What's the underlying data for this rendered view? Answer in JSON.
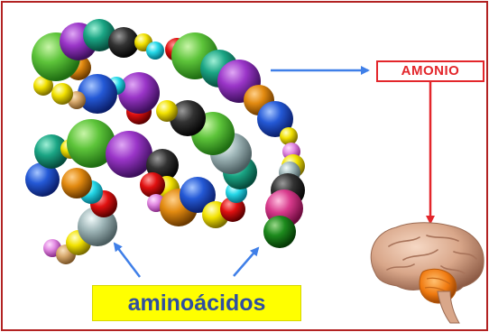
{
  "labels": {
    "amonio": "AMONIO",
    "aminoacidos": "aminoácidos"
  },
  "colors": {
    "frame_border": "#b22222",
    "amonio_text": "#e3262b",
    "amonio_border": "#e3262b",
    "arrow_blue": "#3f7fe8",
    "arrow_red": "#e3262b",
    "label_bg": "#ffff00",
    "label_text": "#2f4f9f"
  },
  "icons": {
    "chain": "amino-acid-chain-beads",
    "brain": "brain-illustration"
  }
}
